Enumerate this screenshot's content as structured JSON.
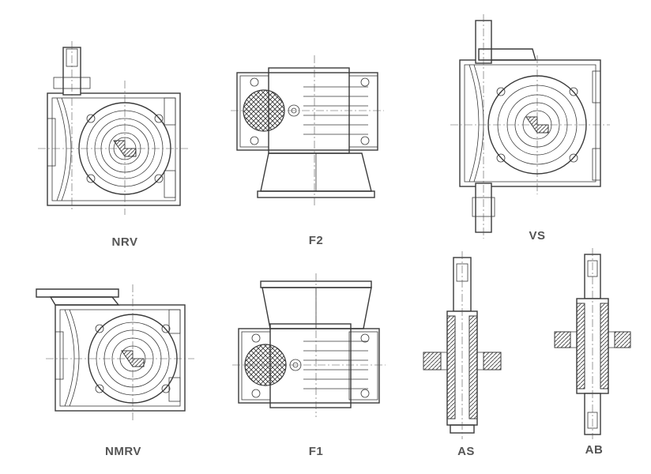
{
  "figure": {
    "variants": [
      {
        "id": "nrv",
        "label": "NRV"
      },
      {
        "id": "f2",
        "label": "F2"
      },
      {
        "id": "vs",
        "label": "VS"
      },
      {
        "id": "nmrv",
        "label": "NMRV"
      },
      {
        "id": "f1",
        "label": "F1"
      },
      {
        "id": "as",
        "label": "AS"
      },
      {
        "id": "ab",
        "label": "AB"
      }
    ]
  },
  "colors": {
    "line": "#3a3a3a",
    "label": "#555555",
    "background": "#ffffff"
  }
}
